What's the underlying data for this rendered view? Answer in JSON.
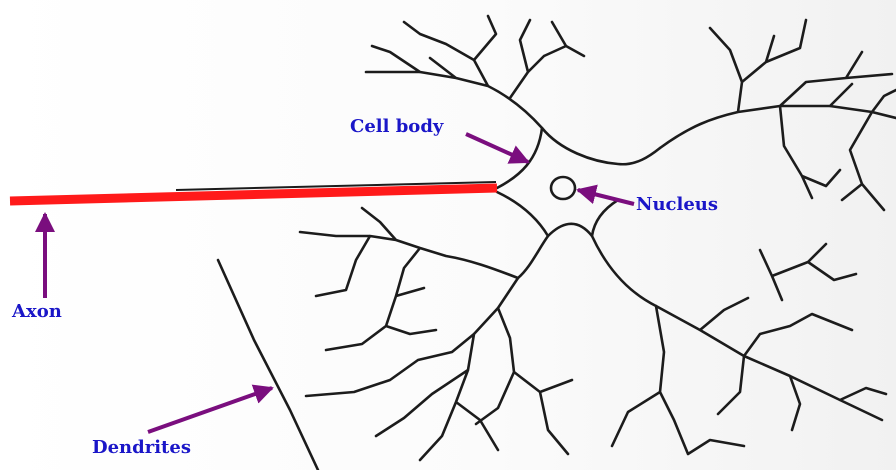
{
  "colors": {
    "label": "#1a16c8",
    "arrow": "#7a0e7e",
    "axon": "#ff1a1a",
    "outline": "#1c1c1c"
  },
  "labels": {
    "cell_body": "Cell body",
    "nucleus": "Nucleus",
    "axon": "Axon",
    "dendrites": "Dendrites"
  }
}
